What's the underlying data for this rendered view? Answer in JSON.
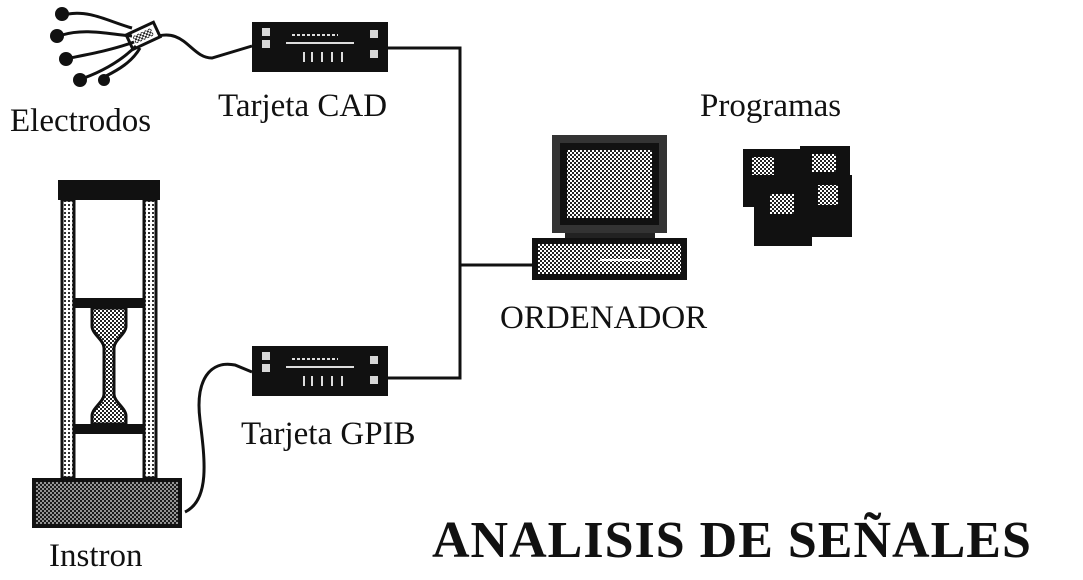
{
  "labels": {
    "electrodos": "Electrodos",
    "tarjeta_cad": "Tarjeta CAD",
    "programas": "Programas",
    "ordenador": "ORDENADOR",
    "tarjeta_gpib": "Tarjeta GPIB",
    "instron": "Instron",
    "title": "ANALISIS DE SEÑALES"
  },
  "colors": {
    "ink": "#111111",
    "paper": "#ffffff",
    "dither_dark": "#555555",
    "dither_light": "#b8b8b8"
  },
  "icons": {
    "electrodes": "electrodes-icon",
    "cad_card": "cad-card-icon",
    "gpib_card": "gpib-card-icon",
    "computer": "computer-icon",
    "programs": "programs-icon",
    "instron": "instron-machine-icon"
  }
}
